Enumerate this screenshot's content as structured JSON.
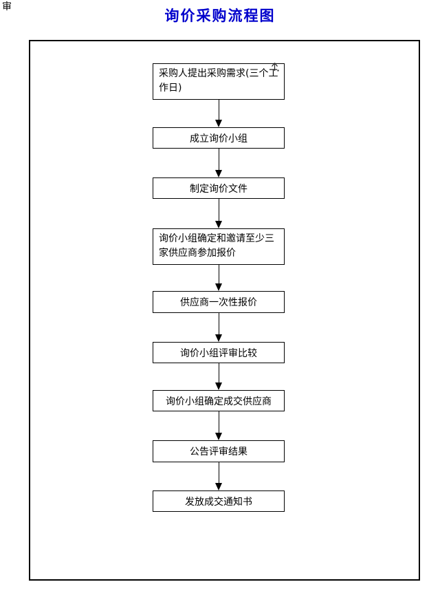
{
  "page": {
    "corner_mark": "审",
    "title": "询价采购流程图",
    "title_color": "#0000CC",
    "background_color": "#FFFFFF",
    "line_color": "#000000"
  },
  "flowchart": {
    "connector_style": "solid-down-arrow",
    "nodes": [
      {
        "label": "采购人提出采购需求(三个工作日)",
        "align": "left"
      },
      {
        "label": "成立询价小组",
        "align": "center"
      },
      {
        "label": "制定询价文件",
        "align": "center"
      },
      {
        "label": "询价小组确定和邀请至少三家供应商参加报价",
        "align": "left"
      },
      {
        "label": "供应商一次性报价",
        "align": "center"
      },
      {
        "label": "询价小组评审比较",
        "align": "center"
      },
      {
        "label": "询价小组确定成交供应商",
        "align": "center"
      },
      {
        "label": "公告评审结果",
        "align": "center"
      },
      {
        "label": "发放成交通知书",
        "align": "center"
      }
    ]
  },
  "cursor": {
    "icon": "up-arrow-cursor"
  }
}
